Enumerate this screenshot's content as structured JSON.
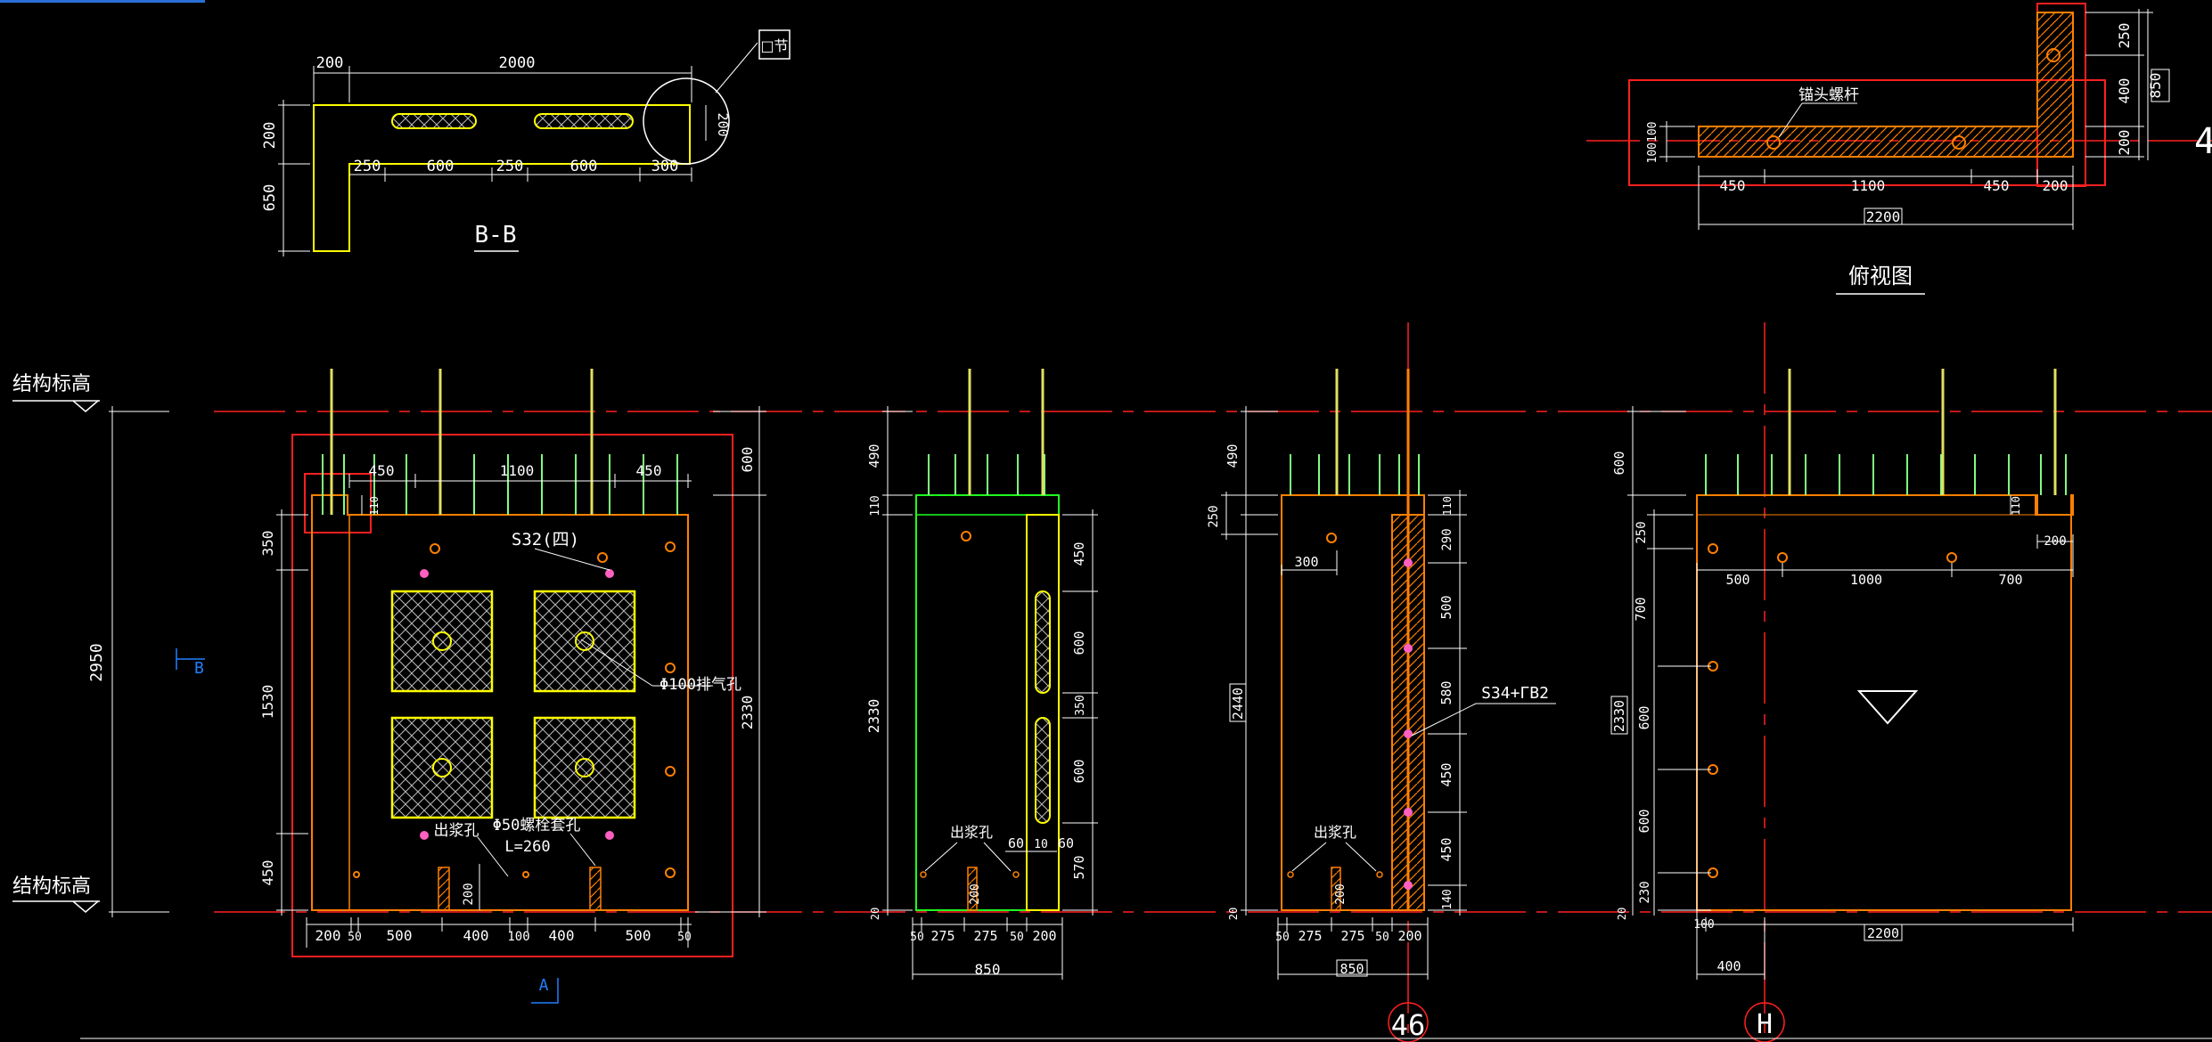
{
  "colors": {
    "background": "#000000",
    "outline": "#ffff00",
    "dimension": "#ffffff",
    "frame_red": "#ff2020",
    "axis_red": "#ff2020",
    "rebar_green": "#80ff80",
    "rebar_yellow": "#e0e060",
    "concrete_orange": "#ff8000",
    "slab_green": "#20ff20",
    "section_cyan": "#2080ff",
    "anchor_pink": "#ff60c0"
  },
  "labels": {
    "section_bb": "B-B",
    "detail_tag": "□节",
    "plan_title": "俯视图",
    "struct_elev_top": "结构标高",
    "struct_elev_bottom": "结构标高",
    "plan_note": "锚头螺杆",
    "s32": "S32(四)",
    "phi100": "Φ100排气孔",
    "phi50": "Φ50螺栓套孔",
    "l260": "L=260",
    "grout_hole_1": "出浆孔",
    "grout_hole_2": "出浆孔",
    "grout_hole_3": "出浆孔",
    "s34": "S34+ΓB2",
    "mark_b": "B",
    "mark_a": "A",
    "axis_46": "46",
    "axis_h": "H",
    "axis_4": "4"
  },
  "bb": {
    "d200": "200",
    "d2000": "2000",
    "d200v": "200",
    "d650": "650",
    "d250a": "250",
    "d600a": "600",
    "d250b": "250",
    "d600b": "600",
    "d300": "300",
    "d200r": "200"
  },
  "plan": {
    "d250": "250",
    "d400": "400",
    "d200a": "200",
    "d850": "850",
    "d100": "100100",
    "d450a": "450",
    "d1100": "1100",
    "d450b": "450",
    "d200b": "200",
    "d2200": "2200"
  },
  "v1": {
    "d450t": "450",
    "d1100": "1100",
    "d450tr": "450",
    "d600": "600",
    "d110": "110",
    "d350": "350",
    "d1530": "1530",
    "d450": "450",
    "d2950": "2950",
    "d2330": "2330",
    "d200l": "200",
    "d50a": "50",
    "d500a": "500",
    "d400a": "400",
    "d100": "100",
    "d400b": "400",
    "d500b": "500",
    "d50b": "50",
    "d200v": "200"
  },
  "v2": {
    "d490": "490",
    "d110": "110",
    "d2330": "2330",
    "d20": "20",
    "d450": "450",
    "d600a": "600",
    "d350": "350",
    "d600b": "600",
    "d570": "570",
    "d60a": "60",
    "d10": "10",
    "d60b": "60",
    "d200v": "200",
    "d50": "50",
    "d275a": "275",
    "d275b": "275",
    "d50b": "50",
    "d200": "200",
    "d850": "850"
  },
  "v3": {
    "d490": "490",
    "d250": "250",
    "d2440": "2440",
    "d20": "20",
    "d300": "300",
    "d110": "110",
    "d290": "290",
    "d500": "500",
    "d580": "580",
    "d450a": "450",
    "d450b": "450",
    "d140": "140",
    "d200v": "200",
    "d50": "50",
    "d275a": "275",
    "d275b": "275",
    "d50b": "50",
    "d200": "200",
    "d850": "850"
  },
  "v4": {
    "d600": "600",
    "d250": "250",
    "d700": "700",
    "d2330": "2330",
    "d600a": "600",
    "d600b": "600",
    "d230": "230",
    "d20": "20",
    "d500": "500",
    "d1000": "1000",
    "d700h": "700",
    "d110": "110",
    "d200": "200",
    "d100": "100",
    "d2200": "2200",
    "d400": "400"
  }
}
